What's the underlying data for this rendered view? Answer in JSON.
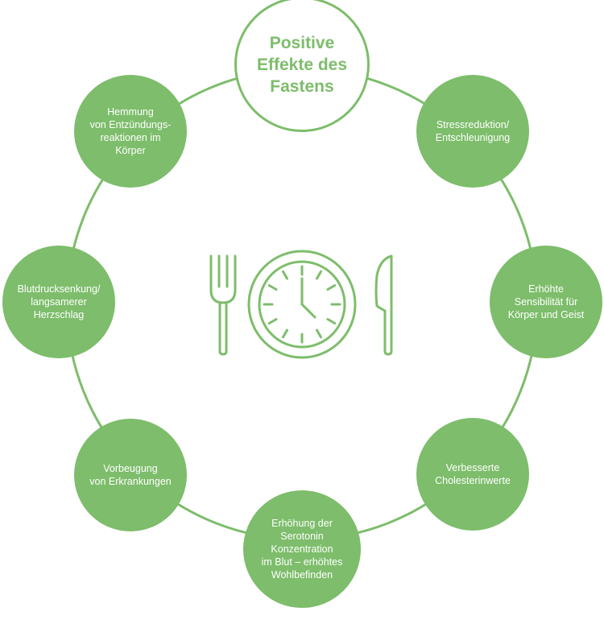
{
  "title": "Positive\nEffekte des\nFastens",
  "effects": [
    "Stressreduktion/\nEntschleunigung",
    "Erhöhte\nSensibilität für\nKörper und Geist",
    "Verbesserte\nCholesterinwerte",
    "Erhöhung der\nSerotonin\nKonzentration\nim Blut – erhöhtes\nWohlbefinden",
    "Vorbeugung\nvon Erkrankungen",
    "Blutdrucksenkung/\nlangsamerer\nHerzschlag",
    "Hemmung\nvon Entzündungs-\nreaktionen im\nKörper"
  ],
  "icons": [
    "fork-icon",
    "clock-plate-icon",
    "knife-icon"
  ],
  "colors": {
    "accent": "#7dbd6b",
    "background": "#ffffff"
  }
}
